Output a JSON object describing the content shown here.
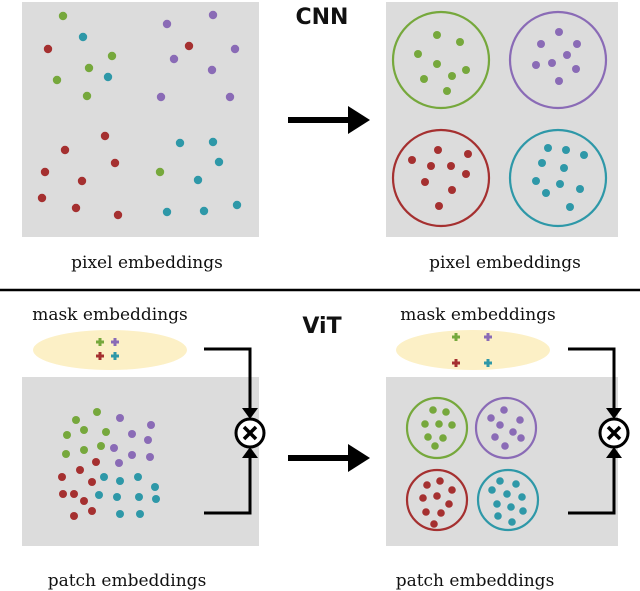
{
  "top": {
    "title": "CNN",
    "left_caption": "pixel embeddings",
    "right_caption": "pixel embeddings"
  },
  "bottom": {
    "title": "ViT",
    "mask_caption_left": "mask embeddings",
    "mask_caption_right": "mask embeddings",
    "left_caption": "patch embeddings",
    "right_caption": "patch embeddings"
  },
  "colors": {
    "panel": "#dcdcdc",
    "mask_ellipse": "#fcf0c6",
    "green": "#76a83c",
    "purple": "#8a6bb6",
    "red": "#a53030",
    "teal": "#2e98a8",
    "arrow": "#000000"
  }
}
